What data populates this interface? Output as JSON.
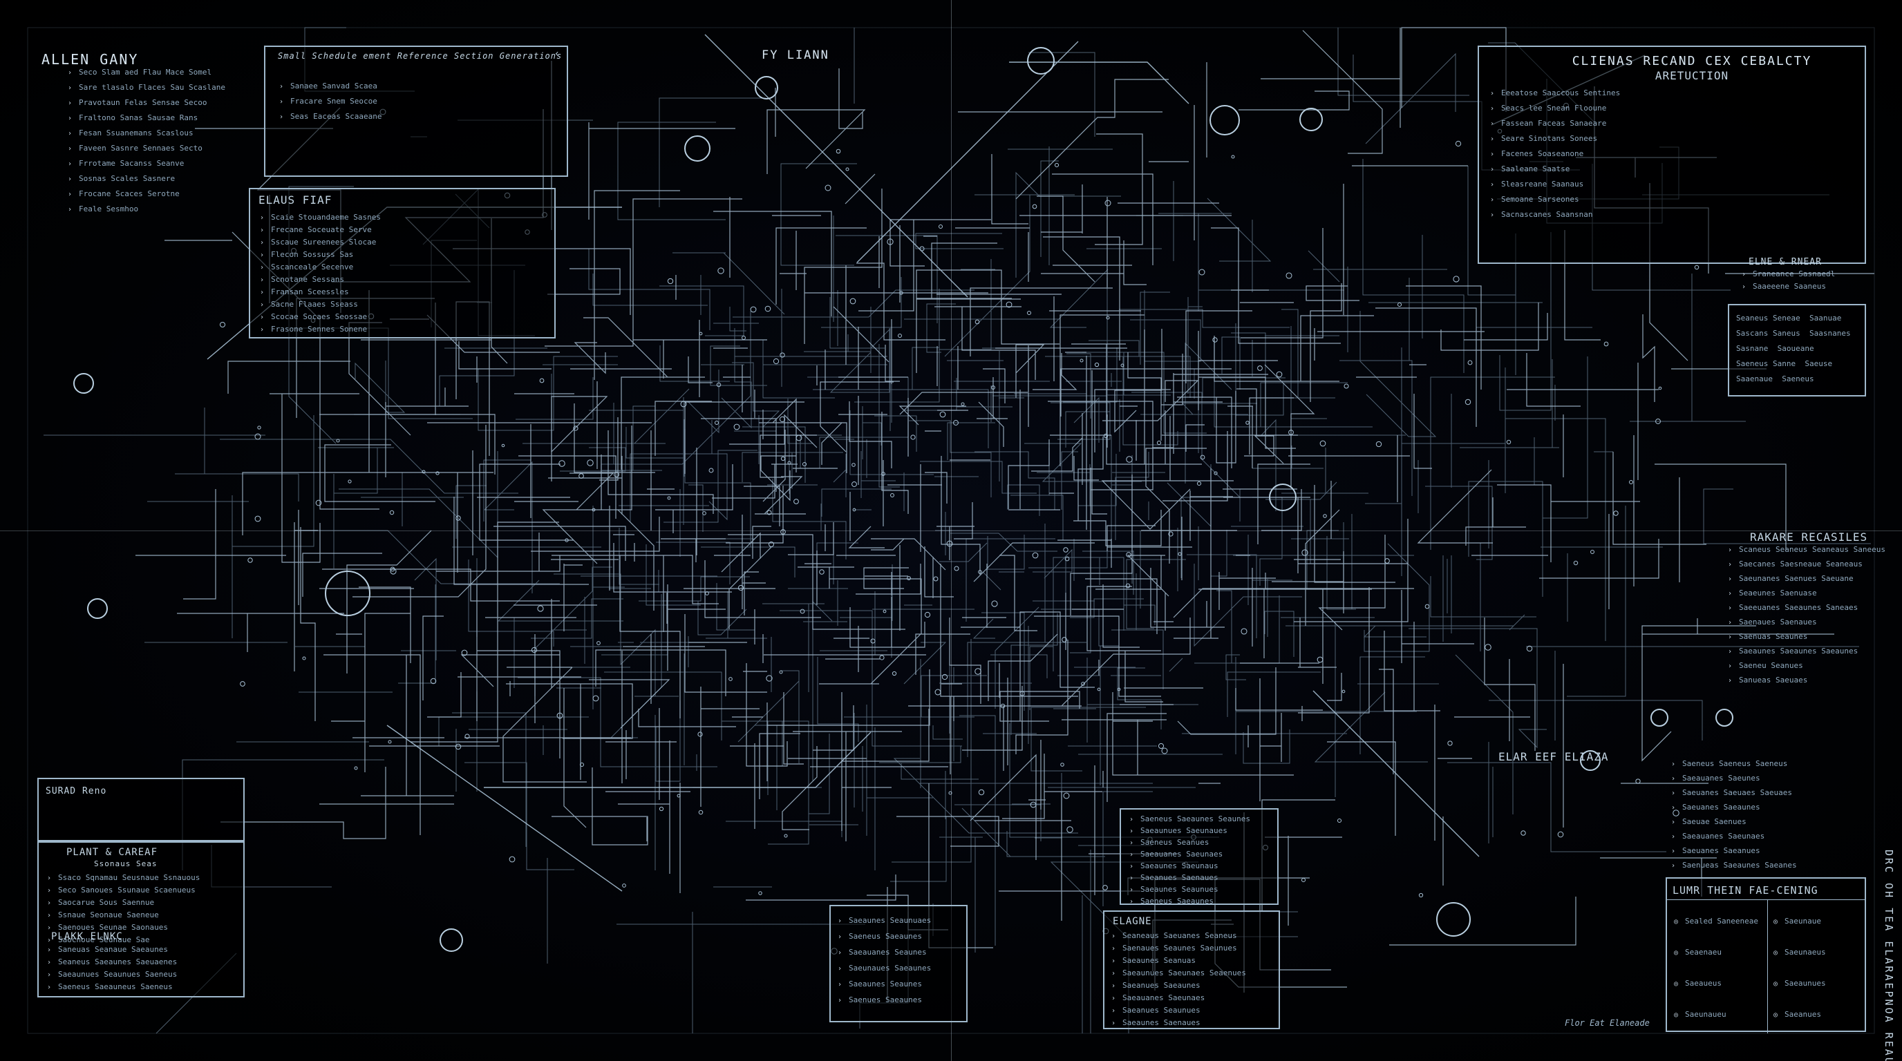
{
  "title_left": "ALLEN GANY",
  "title_center": "FY LIANN",
  "title_right": "CLIENAS RECAND CEX CEBALCTY",
  "title_right_sub": "ARETUCTION",
  "legend_tl": {
    "title": "ALLEN GANY",
    "items": [
      "Seco Slam aed Flau Mace Somel",
      "Sare tlasalo Flaces Sau Scaslane",
      "Pravotaun Felas Sensae Secoo",
      "Fraltono Sanas Sausae Rans",
      "Fesan Ssuanemans Scaslous",
      "Faveen Sasnre Sennaes Secto",
      "Frrotame Sacanss Seanve",
      "Sosnas Scales Sasnere",
      "Frocane Scaces Serotne",
      "Feale Sesmhoo"
    ]
  },
  "notes_top": {
    "title": "Small Schedule ement Reference Section Generations",
    "items": [
      "Sanaee Sanvad Scaea",
      "Fracare Snem Seocoe",
      "Seas Eaceas Scaaeane"
    ]
  },
  "legend_mid_left": {
    "title": "ELAUS FIAF",
    "items": [
      "Scaie Stouandaeme Sasnes",
      "Frecane Soceuate Serve",
      "Sscaue Sureenees Slocae",
      "Flecon Sossuss Sas",
      "Sscanceale Secenve",
      "Scnotane Sessans",
      "Fransan Sceessles",
      "Sacne Flaaes Sseass",
      "Scocae Socaes Seossae",
      "Frasone Sennes Sonene"
    ]
  },
  "legend_right": {
    "title": "CLIENAS RECAND CEX CEBALCTY",
    "subtitle": "ARETUCTION",
    "items": [
      "Eeeatose Saaccous Sentines",
      "Seacs lee Snean Flooune",
      "Fassean Faceas Sanaeare",
      "Seare Sinotans Sonees",
      "Facenes Soaseanone",
      "Saaleane Saatse",
      "Sleasreane Saanaus",
      "Semoane Sarseones",
      "Sacnascanes Saansnan"
    ]
  },
  "legend_right_mid": {
    "title": "ELNE & RNEAR",
    "items": [
      "Sraneance Sasnaedl",
      "Saaeeene Saaneus"
    ]
  },
  "table_right": {
    "rows": [
      [
        "Seaneus Seneae",
        "Saanuae"
      ],
      [
        "Sascans Saneus",
        "Saasnanes"
      ],
      [
        "Sasnane",
        "Saoueane"
      ],
      [
        "Saeneus Sanne",
        "Saeuse"
      ],
      [
        "Saaenaue",
        "Saeneus"
      ]
    ]
  },
  "legend_right_lower": {
    "title": "RAKARE RECASILES",
    "items": [
      "Scaneus Seaneus Seaneaus Saneeus",
      "Saecanes Saesneaue Seaneaus",
      "Saeunanes Saenues Saeuane",
      "Seaeunes Saenuase",
      "Saeeuanes Saeaunes Saneaes",
      "Saenaues Saenaues",
      "Saenuas Seaunes",
      "Saeaunes Saeaunes Saeaunes",
      "Saeneu Seanues",
      "Sanueas Saeuaes"
    ]
  },
  "legend_lower_right": {
    "title": "ELAR EEF ELIAZA",
    "items": [
      "Saeneus Saeneus Saeneus",
      "Saeauanes Saeunes",
      "Saeuanes Saeuaes Saeuaes",
      "Saeuanes Saeaunes",
      "Saeuae Saenues",
      "Saeauanes Saeunaes",
      "Saeuanes Saeanues",
      "Saenueas Saeaunes Saeanes"
    ]
  },
  "title_block": {
    "title": "LUMR THEIN FAE-CENING",
    "cells": [
      "Sealed Saneeneae",
      "Seaenaeu",
      "Saeaueus",
      "Saeunaueu",
      "Saeunaue",
      "Saeunaeus",
      "Saeaunues",
      "Saeanues"
    ],
    "vertical_text": "DRC OH TEA ELARAEPNOA REAUE"
  },
  "legend_bl_small": {
    "title": "SURAD Reno"
  },
  "legend_bl": {
    "title": "PLANT & CAREAF",
    "subtitle": "Ssonaus Seas",
    "items": [
      "Ssaco Sqnamau Seusnaue Ssnauous",
      "Seco Sanoues Ssunaue Scaenueus",
      "Saocarue Sous Saennue",
      "Ssnaue Seonaue Saeneue",
      "Saenoues Seunae Saonaues",
      "Saocnoue Seunaue Sae"
    ]
  },
  "legend_bl2": {
    "title": "PLAKK ELNKC",
    "items": [
      "Saneuas Seanaue Saeaunes",
      "Seaneus Saeaunes Saeuaenes",
      "Saeaunues Seaunues Saeneus",
      "Saeneus Saeauneus Saeneus"
    ]
  },
  "legend_bottom_center": {
    "title": "ELAGNE",
    "items": [
      "Seaneaus Saeuanes Seaneus",
      "Saenaues Seaunes Saeunues",
      "Saeaunes Seanuas",
      "Saeaunues Saeunaes Seaenues",
      "Saeanues Saeaunes",
      "Saeauanes Saeunaes",
      "Saeanues Seaunues",
      "Saeaunes Saenaues"
    ]
  },
  "legend_bottom_mid": {
    "items": [
      "Saeaunes Seaunuaes",
      "Saeneus Saeaunes",
      "Saeauanes Seaunes",
      "Saeunaues Saeaunes",
      "Saeaunes Seaunes",
      "Saenues Saeaunes"
    ]
  },
  "legend_center_notes": {
    "items": [
      "Saeneus Saeaunes Seaunes",
      "Saeaunues Saeunaues",
      "Saeneus Seanues",
      "Saeauanes Saeunaes",
      "Saeaunes Saeunaus",
      "Saeanues Saenaues",
      "Saeaunes Seaunues",
      "Saeneus Saeaunes"
    ]
  },
  "signature": "Flor Eat Elaneade",
  "colors": {
    "background": "#000000",
    "line": "#a9c2d6",
    "line_dim": "#6f889c",
    "text": "#b9cfe0"
  }
}
